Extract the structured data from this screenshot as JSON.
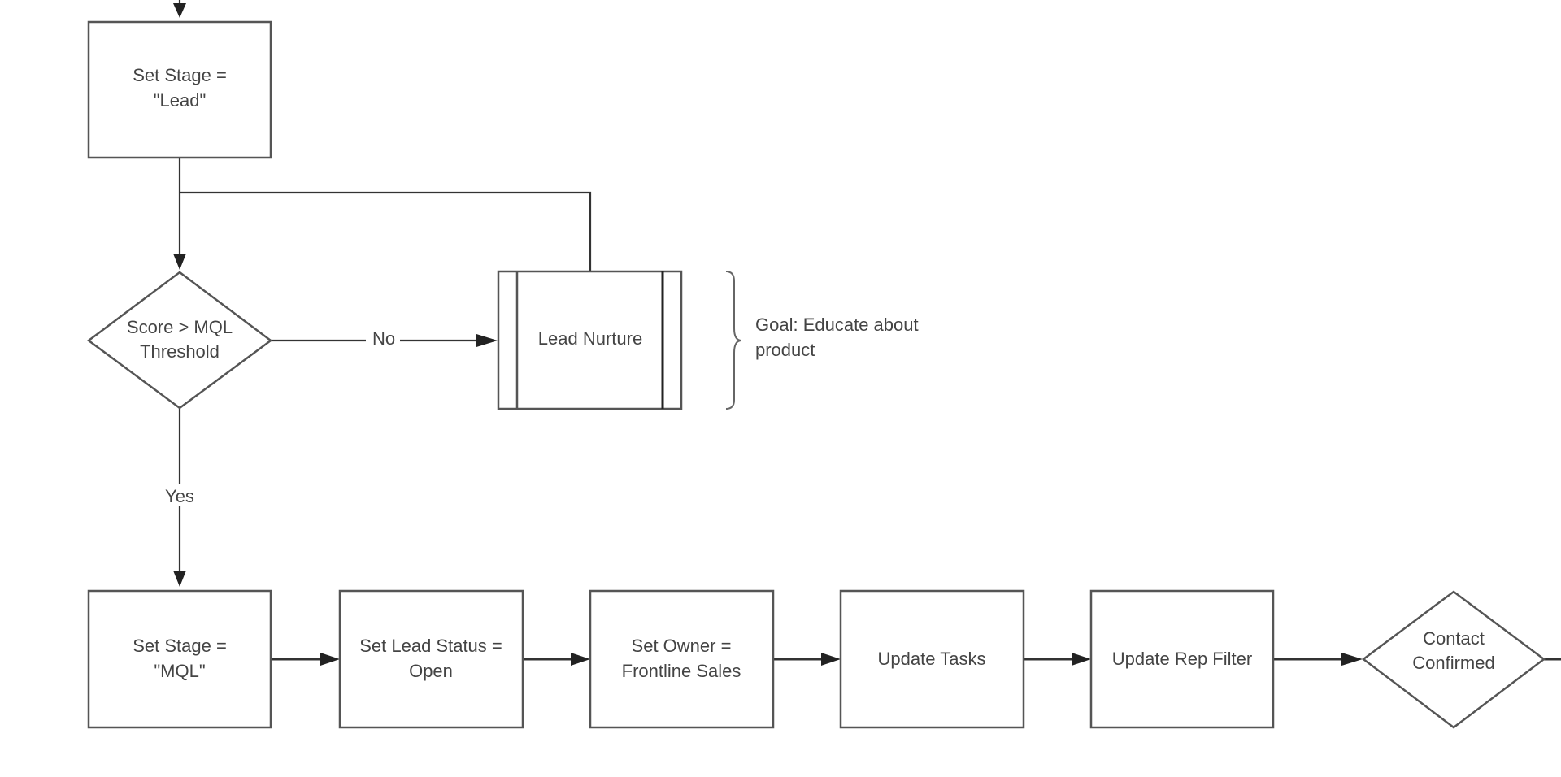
{
  "nodes": {
    "set_stage_lead": {
      "lines": [
        "Set Stage =",
        "\"Lead\""
      ]
    },
    "score_decision": {
      "lines": [
        "Score > MQL",
        "Threshold"
      ]
    },
    "lead_nurture": {
      "lines": [
        "Lead Nurture"
      ]
    },
    "set_stage_mql": {
      "lines": [
        "Set Stage =",
        "\"MQL\""
      ]
    },
    "set_lead_status": {
      "lines": [
        "Set Lead Status =",
        "Open"
      ]
    },
    "set_owner": {
      "lines": [
        "Set Owner =",
        "Frontline Sales"
      ]
    },
    "update_tasks": {
      "lines": [
        "Update Tasks"
      ]
    },
    "update_rep_filter": {
      "lines": [
        "Update Rep Filter"
      ]
    },
    "contact_confirmed": {
      "lines": [
        "Contact",
        "Confirmed"
      ]
    }
  },
  "edges": {
    "no_label": "No",
    "yes_label": "Yes"
  },
  "note": {
    "lines": [
      "Goal: Educate about",
      "product"
    ]
  },
  "colors": {
    "shape_stroke": "#555555",
    "line": "#333333",
    "text": "#444444",
    "background": "#ffffff"
  }
}
